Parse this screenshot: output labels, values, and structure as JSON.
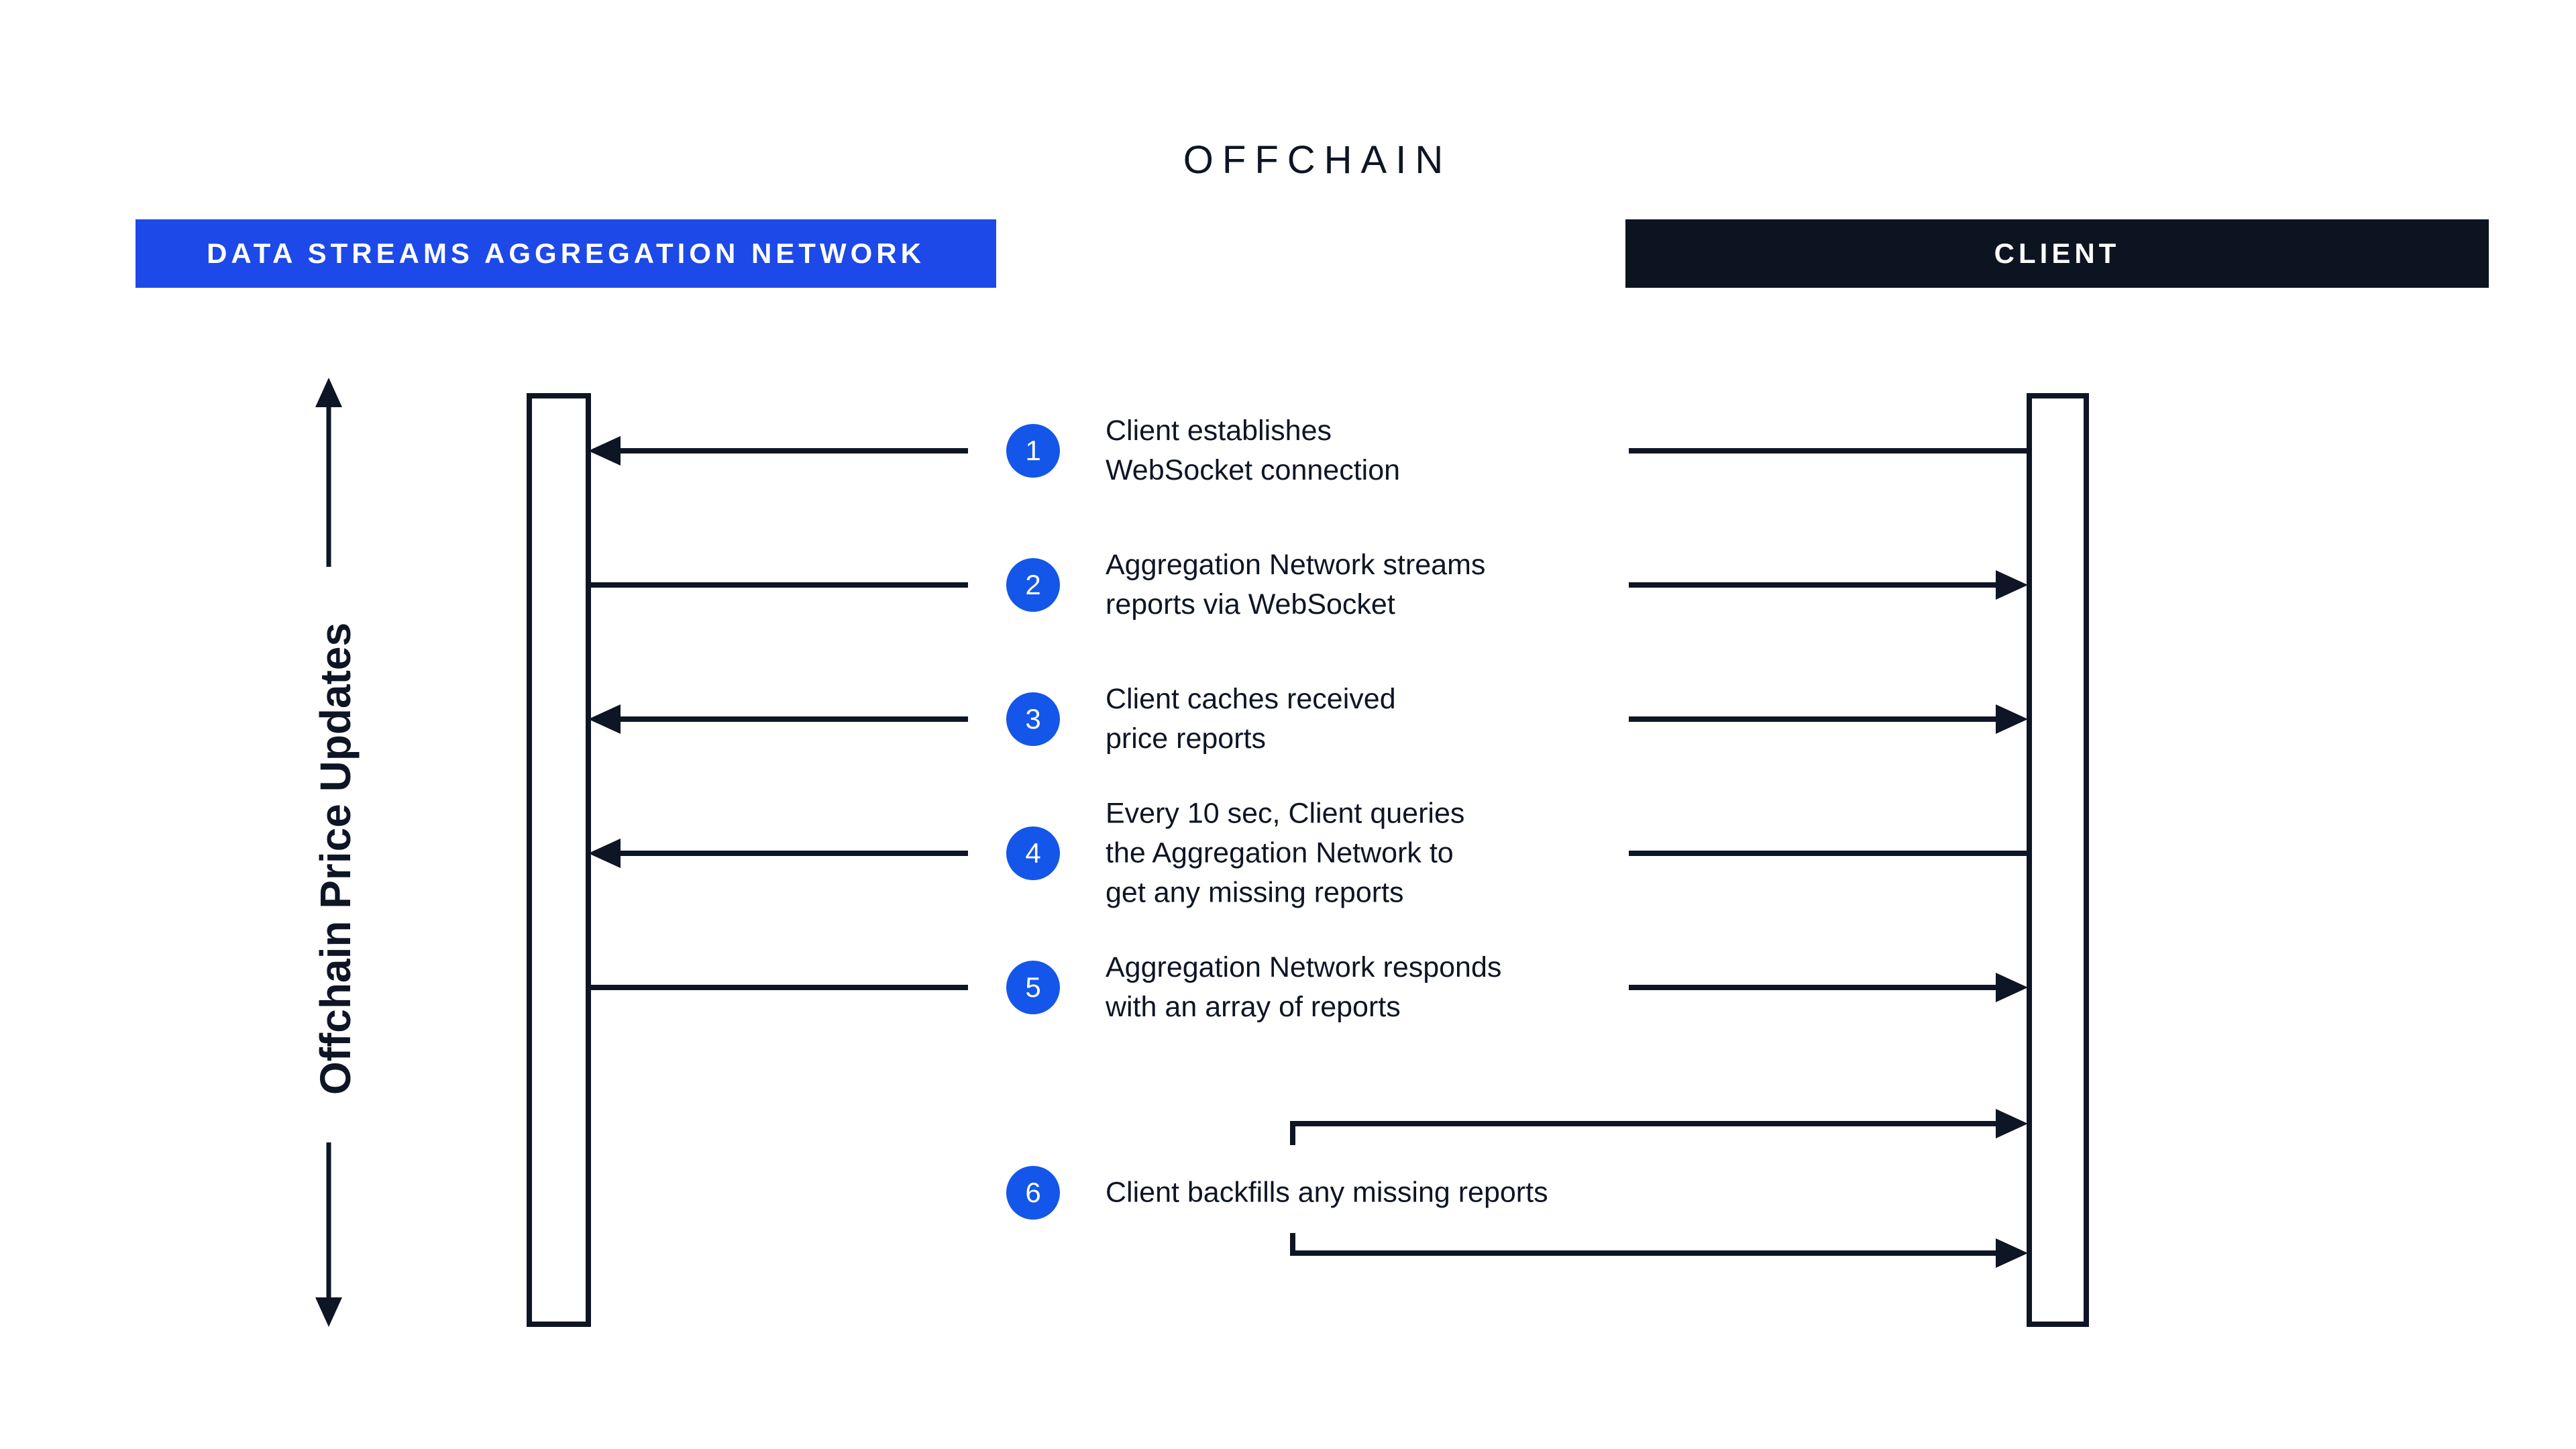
{
  "title": "OFFCHAIN",
  "lanes": {
    "network": {
      "label": "DATA STREAMS AGGREGATION NETWORK",
      "color": "#1D49E8",
      "text_color": "#FFFFFF"
    },
    "client": {
      "label": "CLIENT",
      "color": "#0D1421",
      "text_color": "#FFFFFF"
    }
  },
  "axis_label": "Offchain Price Updates",
  "steps": [
    {
      "number": "1",
      "text": "Client establishes\nWebSocket connection",
      "direction": "client-to-network"
    },
    {
      "number": "2",
      "text": "Aggregation Network streams\nreports via WebSocket",
      "direction": "network-to-client"
    },
    {
      "number": "3",
      "text": "Client caches received\nprice reports",
      "direction": "both-outward"
    },
    {
      "number": "4",
      "text": "Every 10 sec, Client queries\nthe Aggregation Network to\nget any missing reports",
      "direction": "client-to-network"
    },
    {
      "number": "5",
      "text": "Aggregation Network responds\nwith an array of reports",
      "direction": "network-to-client"
    },
    {
      "number": "6",
      "text": "Client backfills any missing reports",
      "direction": "client-self"
    }
  ],
  "colors": {
    "ink": "#0E1524",
    "network_banner_blue": "#1D49E8",
    "client_banner_dark": "#0D1421",
    "step_circle_blue": "#1456E9",
    "background": "#FFFFFF"
  }
}
